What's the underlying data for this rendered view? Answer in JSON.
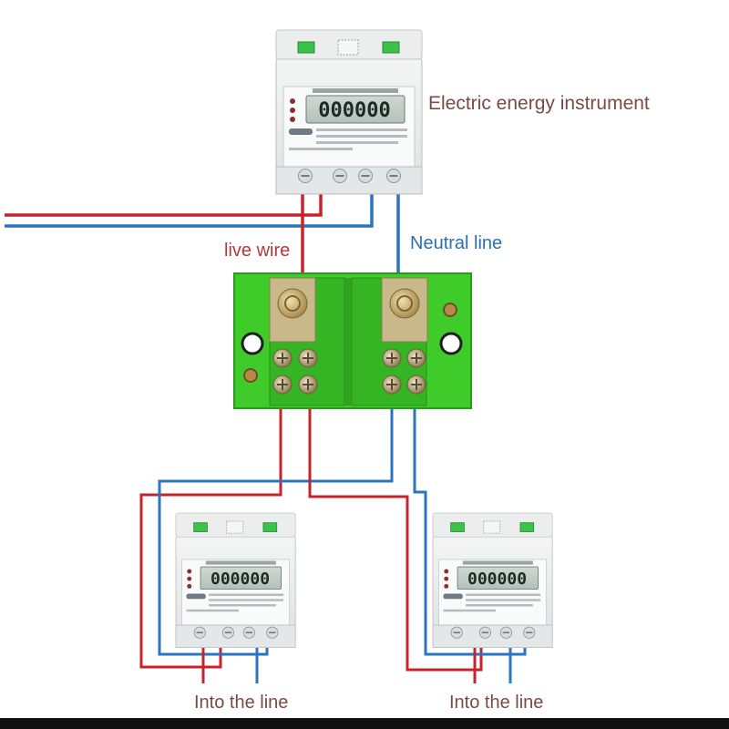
{
  "labels": {
    "meter": "Electric energy instrument",
    "live": "live wire",
    "neutral": "Neutral line",
    "into_left": "Into the line",
    "into_right": "Into the line"
  },
  "meters": {
    "main": {
      "reading": "000000"
    },
    "left": {
      "reading": "000000"
    },
    "right": {
      "reading": "000000"
    }
  },
  "colors": {
    "live_wire": "#c8232c",
    "neutral_wire": "#2a74c0",
    "distribution_block": "#3fcc2a",
    "label_red": "#b23a3a",
    "label_blue": "#2a6fb5",
    "label_dark": "#7a4a44"
  },
  "icons": {
    "meter_terminal": "screw-terminal-icon",
    "block_terminal": "screw-terminal-icon",
    "mount_hole": "mounting-hole-icon",
    "status_led": "status-led-icon"
  }
}
